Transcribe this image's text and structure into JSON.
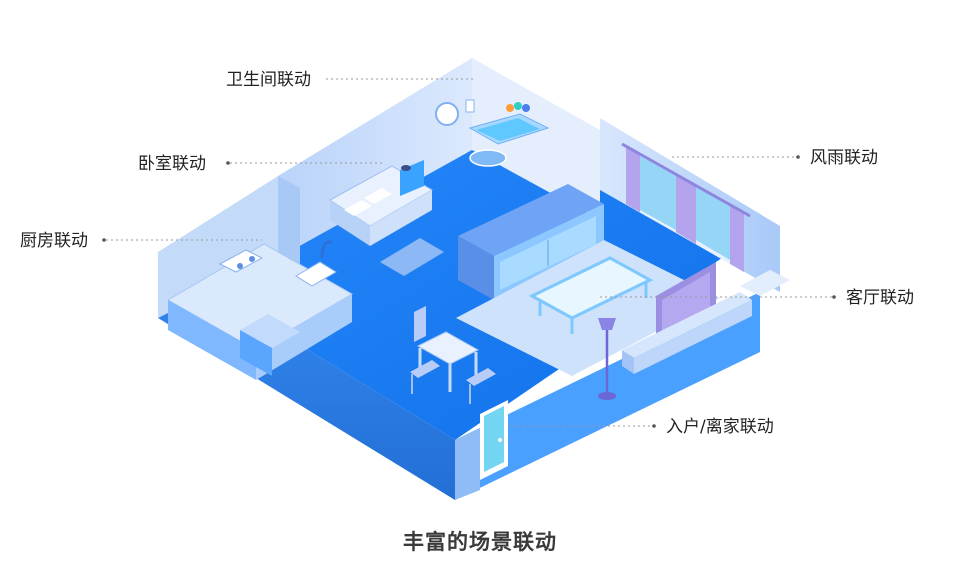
{
  "labels": {
    "bathroom": "卫生间联动",
    "bedroom": "卧室联动",
    "kitchen": "厨房联动",
    "weather": "风雨联动",
    "living_room": "客厅联动",
    "entry": "入户/离家联动"
  },
  "caption": "丰富的场景联动",
  "colors": {
    "floor": "#1f86ff",
    "wall_light": "#cfe0fb",
    "wall_mid": "#9fc3f7",
    "accent": "#64a8ff",
    "furniture": "#7bb7ff",
    "rug": "#c9ddf7",
    "leader": "#9a9a9a"
  }
}
